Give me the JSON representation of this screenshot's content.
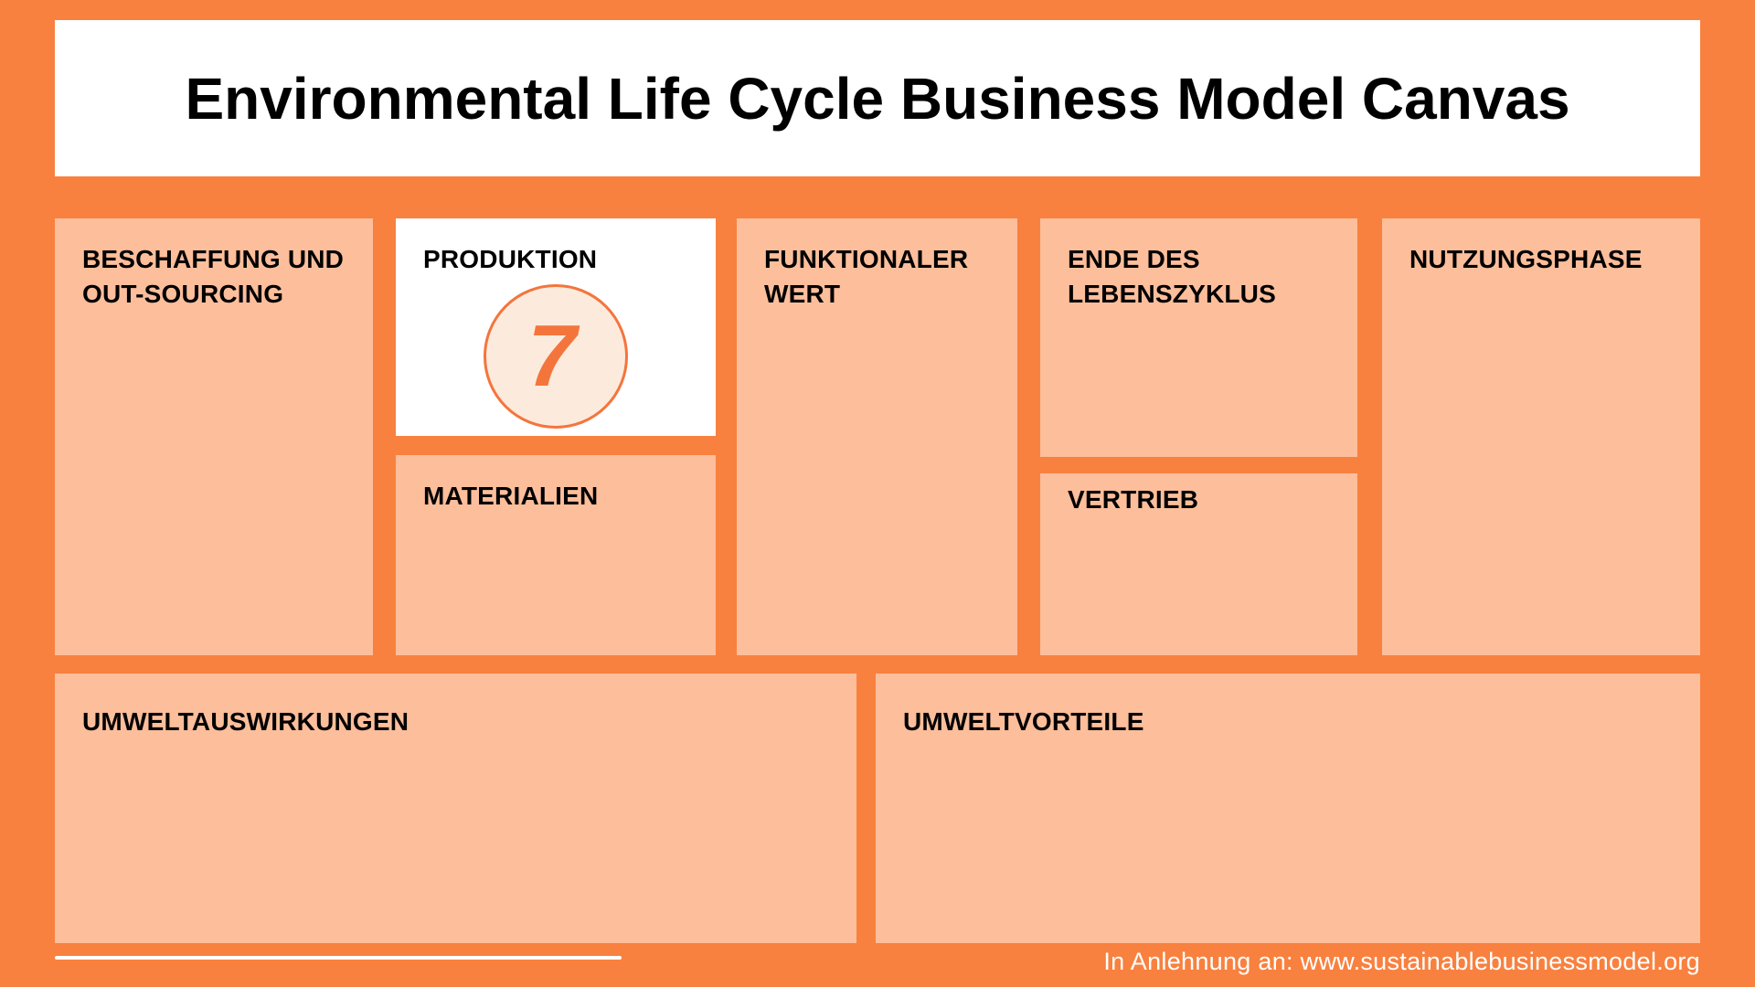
{
  "title": "Environmental Life Cycle Business Model Canvas",
  "panels": {
    "beschaffung": {
      "label": "BESCHAFFUNG UND OUT-SOURCING"
    },
    "produktion": {
      "label": "PRODUKTION",
      "badge": "7"
    },
    "materialien": {
      "label": "MATERIALIEN"
    },
    "funktionaler_wert": {
      "label": "FUNKTIONALER WERT"
    },
    "ende_lebenszyklus": {
      "label": "ENDE DES LEBENSZYKLUS"
    },
    "vertrieb": {
      "label": "VERTRIEB"
    },
    "nutzungsphase": {
      "label": "NUTZUNGSPHASE"
    },
    "umweltauswirkungen": {
      "label": "UMWELTAUSWIRKUNGEN"
    },
    "umweltvorteile": {
      "label": "UMWELTVORTEILE"
    }
  },
  "footer": {
    "attribution": "In Anlehnung an: www.sustainablebusinessmodel.org"
  },
  "colors": {
    "background": "#F8813F",
    "panel": "#FCBE9B",
    "panel_highlight": "#FFFFFF",
    "accent": "#F4753C",
    "circle_fill": "#FCEBDD",
    "heading_text": "#000000",
    "footer_text": "#FFFFFF"
  }
}
